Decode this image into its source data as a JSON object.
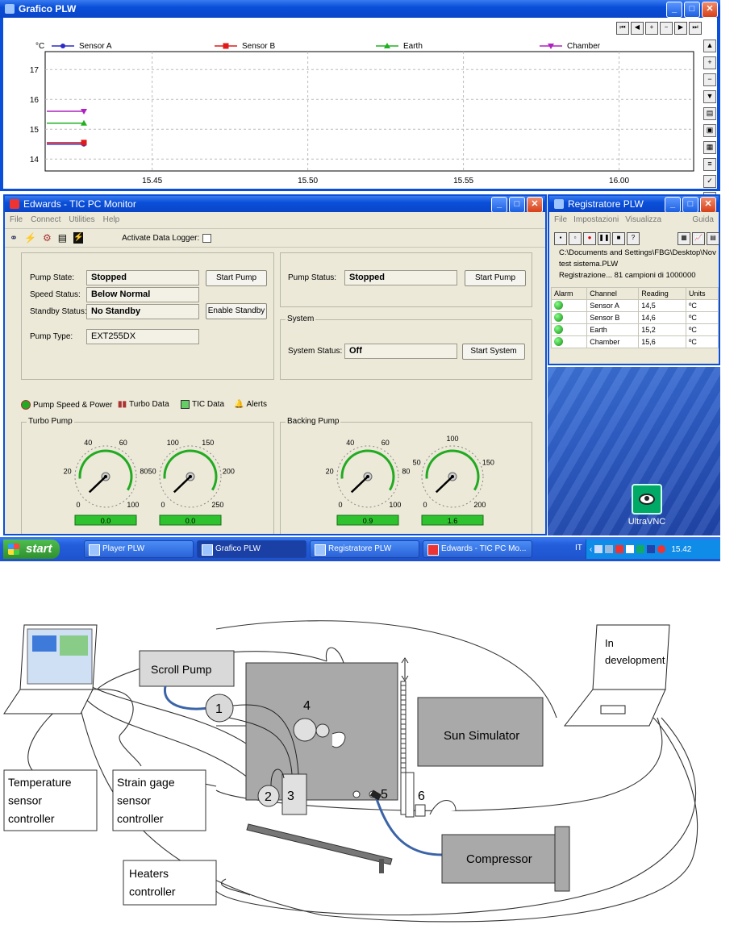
{
  "chart_window": {
    "title": "Grafico PLW",
    "y_unit": "°C",
    "legend": [
      "Sensor A",
      "Sensor B",
      "Earth",
      "Chamber"
    ],
    "chart_data": {
      "type": "line",
      "x_ticks": [
        "15.45",
        "15.50",
        "15.55",
        "16.00"
      ],
      "y_ticks": [
        "17",
        "16",
        "15",
        "14"
      ],
      "ylim": [
        13.6,
        17.6
      ],
      "series": [
        {
          "name": "Sensor A",
          "color": "#2b2bc8",
          "x": [
            0,
            1
          ],
          "values": [
            14.5,
            14.5
          ]
        },
        {
          "name": "Sensor B",
          "color": "#e01a1a",
          "x": [
            0,
            1
          ],
          "values": [
            14.55,
            14.55
          ]
        },
        {
          "name": "Earth",
          "color": "#22b022",
          "x": [
            0,
            1
          ],
          "values": [
            15.2,
            15.2
          ]
        },
        {
          "name": "Chamber",
          "color": "#b020c0",
          "x": [
            0,
            1
          ],
          "values": [
            15.6,
            15.6
          ]
        }
      ]
    }
  },
  "tic_window": {
    "title": "Edwards - TIC PC Monitor",
    "menu": [
      "File",
      "Connect",
      "Utilities",
      "Help"
    ],
    "data_logger_label": "Activate Data Logger:",
    "pump_state_label": "Pump State:",
    "pump_state": "Stopped",
    "speed_status_label": "Speed Status:",
    "speed_status": "Below Normal",
    "standby_status_label": "Standby Status:",
    "standby_status": "No Standby",
    "pump_type_label": "Pump Type:",
    "pump_type": "EXT255DX",
    "start_pump": "Start Pump",
    "enable_standby": "Enable Standby",
    "pump_status_label": "Pump Status:",
    "pump_status": "Stopped",
    "start_pump2": "Start Pump",
    "system_group": "System",
    "system_status_label": "System Status:",
    "system_status": "Off",
    "start_system": "Start System",
    "tabs": [
      "Pump Speed & Power",
      "Turbo Data",
      "TIC Data",
      "Alerts"
    ],
    "turbo_group": "Turbo Pump",
    "backing_group": "Backing Pump",
    "gauges": [
      {
        "ticks": [
          "0",
          "20",
          "40",
          "60",
          "80",
          "100"
        ],
        "value": "0.0"
      },
      {
        "ticks": [
          "0",
          "50",
          "100",
          "150",
          "200",
          "250"
        ],
        "value": "0.0"
      },
      {
        "ticks": [
          "0",
          "20",
          "40",
          "60",
          "80",
          "100"
        ],
        "value": "0.9"
      },
      {
        "ticks": [
          "0",
          "50",
          "100",
          "150",
          "200"
        ],
        "value": "1.6"
      }
    ]
  },
  "recorder_window": {
    "title": "Registratore PLW",
    "menu": [
      "File",
      "Impostazioni",
      "Visualizza",
      "Guida"
    ],
    "path": "C:\\Documents and Settings\\FBG\\Desktop\\Nov",
    "file": "test sistema.PLW",
    "status": "Registrazione... 81 campioni di 1000000",
    "columns": [
      "Alarm",
      "Channel",
      "Reading",
      "Units"
    ],
    "rows": [
      {
        "channel": "Sensor A",
        "reading": "14,5",
        "units": "ºC"
      },
      {
        "channel": "Sensor B",
        "reading": "14,6",
        "units": "ºC"
      },
      {
        "channel": "Earth",
        "reading": "15,2",
        "units": "ºC"
      },
      {
        "channel": "Chamber",
        "reading": "15,6",
        "units": "ºC"
      }
    ]
  },
  "desktop": {
    "vnc_label": "UltraVNC"
  },
  "taskbar": {
    "start": "start",
    "items": [
      "Player PLW",
      "Grafico PLW",
      "Registratore PLW",
      "Edwards - TIC PC Mo..."
    ],
    "lang": "IT",
    "clock": "15.42"
  },
  "diagram": {
    "scroll_pump": "Scroll Pump",
    "in_development": "In\ndevelopment",
    "sun_simulator": "Sun Simulator",
    "compressor": "Compressor",
    "temp_controller": "Temperature\nsensor\ncontroller",
    "strain_controller": "Strain gage\nsensor\ncontroller",
    "heaters_controller": "Heaters\ncontroller",
    "numbers": [
      "1",
      "2",
      "3",
      "4",
      "5",
      "6"
    ]
  }
}
